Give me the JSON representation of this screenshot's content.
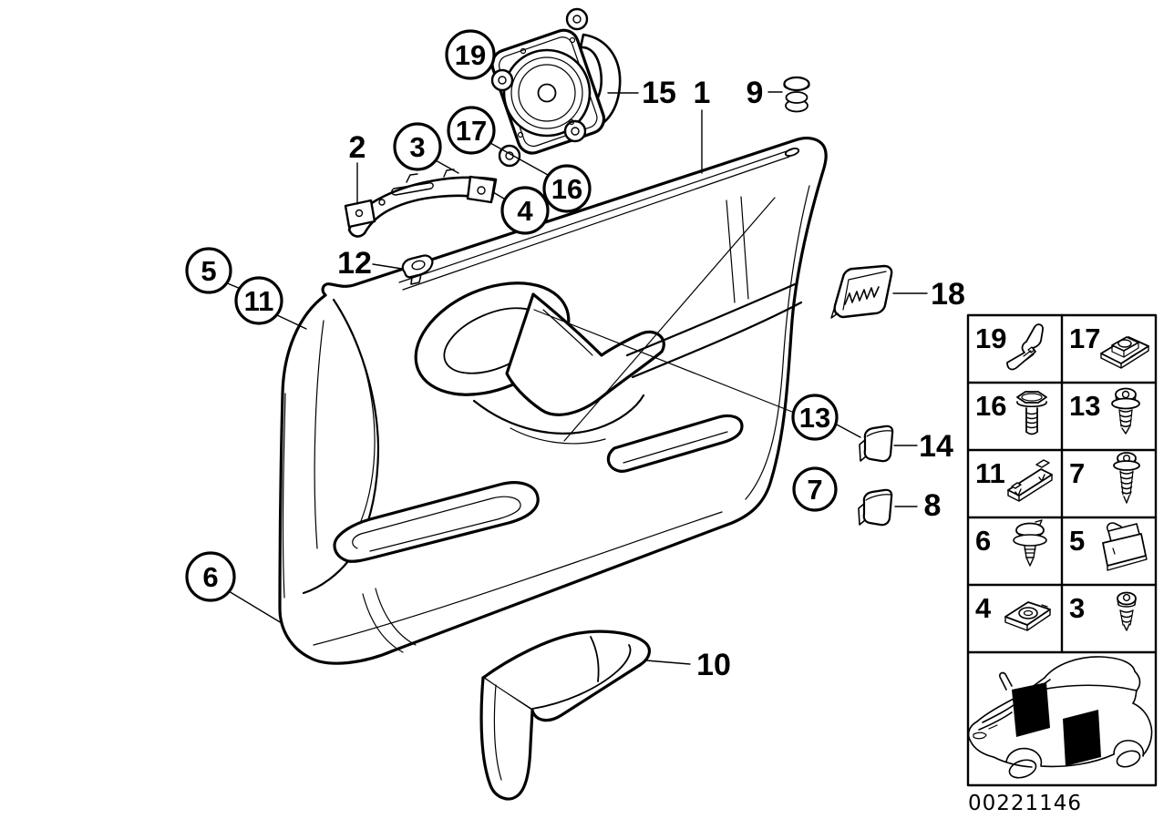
{
  "doc_number": "00221146",
  "callouts": {
    "c19": "19",
    "c3": "3",
    "c17": "17",
    "c16": "16",
    "c4": "4",
    "c5": "5",
    "c11": "11",
    "c13": "13",
    "c7": "7",
    "c6": "6",
    "p1": "1",
    "p2": "2",
    "p8": "8",
    "p9": "9",
    "p10": "10",
    "p12": "12",
    "p14": "14",
    "p15": "15",
    "p18": "18"
  },
  "parts": {
    "main": "door-trim-panel",
    "speaker": "speaker-assembly",
    "bracket": "door-pull-mounting-bracket",
    "armrest": "armrest-pad",
    "clip": "push-clip",
    "grommet": "plug-grommet",
    "cap_upper": "trim-cap",
    "cap_lower": "trim-cap",
    "emblem": "airbag-emblem-plate",
    "car": "car-location-thumbnail"
  },
  "legend": {
    "cells": [
      {
        "num": "19",
        "icon": "spring-clip-icon"
      },
      {
        "num": "17",
        "icon": "cage-nut-icon"
      },
      {
        "num": "16",
        "icon": "hex-bolt-icon"
      },
      {
        "num": "13",
        "icon": "washer-screw-icon"
      },
      {
        "num": "11",
        "icon": "rail-clip-icon"
      },
      {
        "num": "7",
        "icon": "long-washer-screw-icon"
      },
      {
        "num": "6",
        "icon": "expansion-rivet-icon"
      },
      {
        "num": "5",
        "icon": "edge-clip-icon"
      },
      {
        "num": "4",
        "icon": "speed-nut-icon"
      },
      {
        "num": "3",
        "icon": "tapping-screw-icon"
      }
    ]
  },
  "colors": {
    "line": "#000000",
    "background": "#ffffff",
    "highlight_fill": "#000000"
  }
}
